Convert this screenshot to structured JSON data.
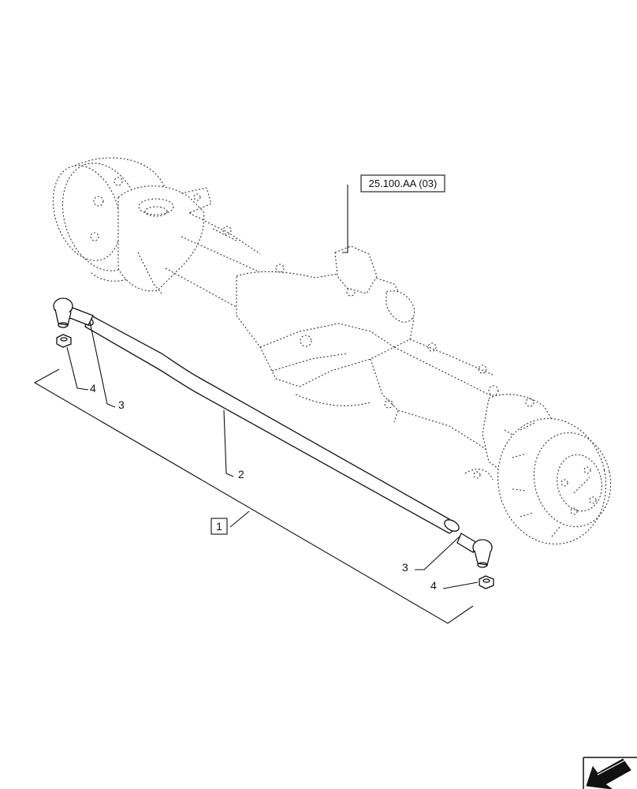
{
  "reference_label": "25.100.AA (03)",
  "callouts": {
    "assembly": "1",
    "tie_rod": "2",
    "ball_joint_left": "3",
    "ball_joint_right": "3",
    "nut_left": "4",
    "nut_right": "4"
  },
  "icons": {
    "nav_arrow": "arrow-left-down-icon"
  }
}
